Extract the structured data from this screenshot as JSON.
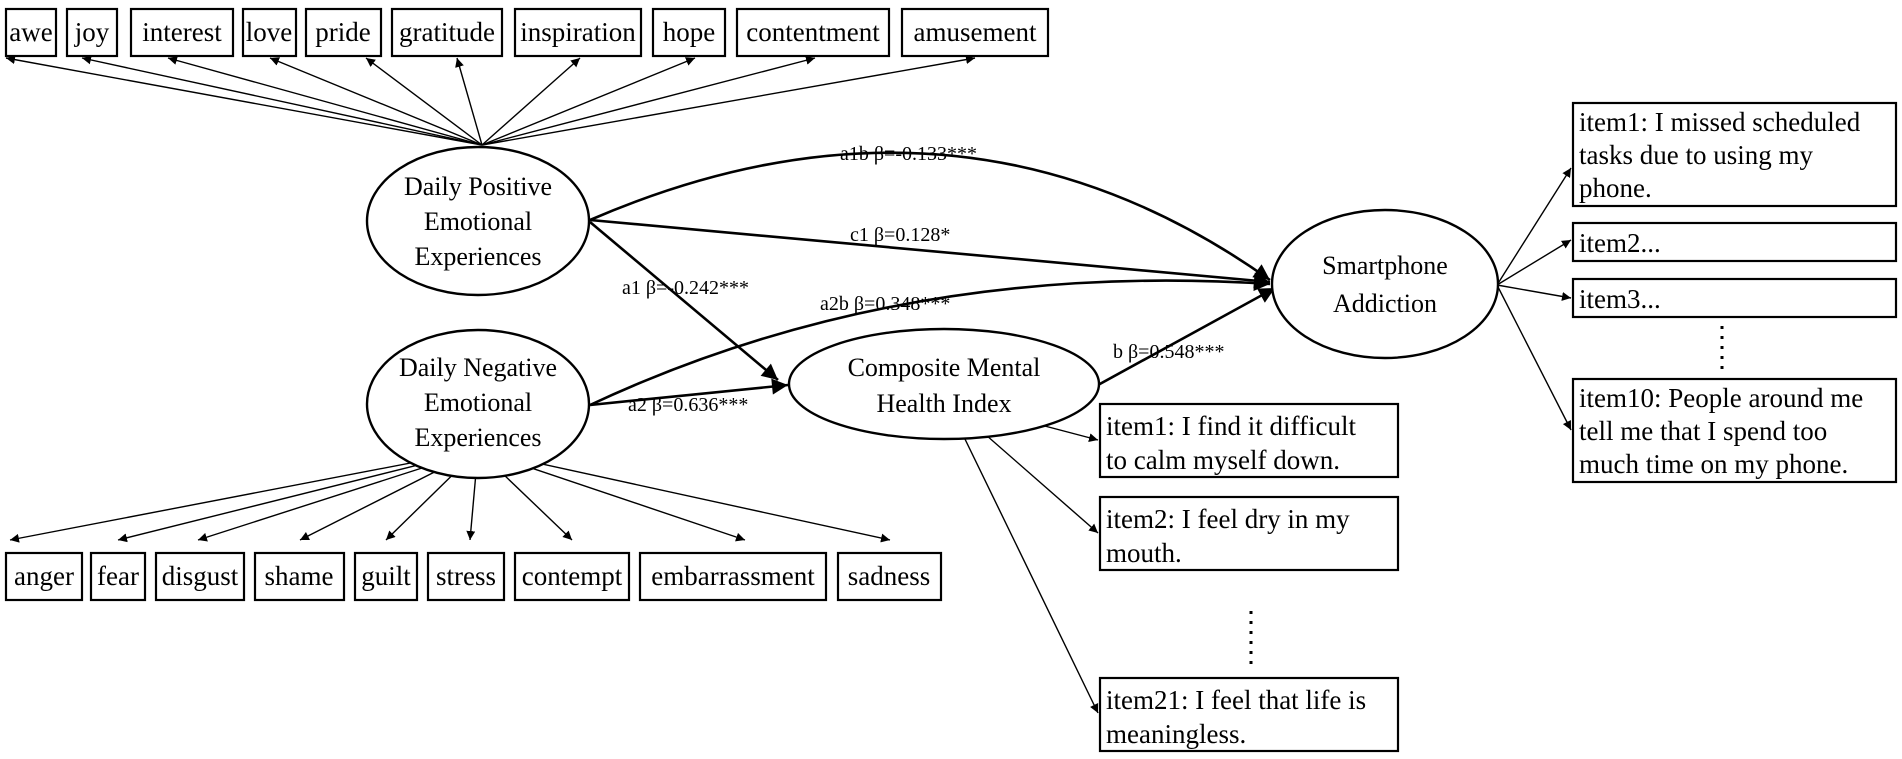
{
  "colors": {
    "stroke": "#000000",
    "background": "#ffffff"
  },
  "positive_items": [
    "awe",
    "joy",
    "interest",
    "love",
    "pride",
    "gratitude",
    "inspiration",
    "hope",
    "contentment",
    "amusement"
  ],
  "negative_items": [
    "anger",
    "fear",
    "disgust",
    "shame",
    "guilt",
    "stress",
    "contempt",
    "embarrassment",
    "sadness"
  ],
  "latents": {
    "positive": [
      "Daily Positive",
      "Emotional",
      "Experiences"
    ],
    "negative": [
      "Daily Negative",
      "Emotional",
      "Experiences"
    ],
    "mental": [
      "Composite Mental",
      "Health Index"
    ],
    "addiction": [
      "Smartphone",
      "Addiction"
    ]
  },
  "paths": {
    "a1b": "a1b β=-0.133***",
    "c1": "c1 β=0.128*",
    "a1": "a1 β=-0.242***",
    "a2b": "a2b β=0.348***",
    "b": "b β=0.548***",
    "a2": "a2 β=0.636***"
  },
  "mental_items": [
    [
      "item1: I find it difficult",
      "to calm myself down."
    ],
    [
      "item2: I feel dry in my",
      "mouth."
    ],
    [
      "item21: I feel that life is",
      "meaningless."
    ]
  ],
  "addiction_items": [
    [
      "item1: I missed scheduled",
      "tasks due to using my",
      "phone."
    ],
    [
      "item2..."
    ],
    [
      "item3..."
    ],
    [
      "item10: People around me",
      "tell me that I spend too",
      "much time on my phone."
    ]
  ]
}
